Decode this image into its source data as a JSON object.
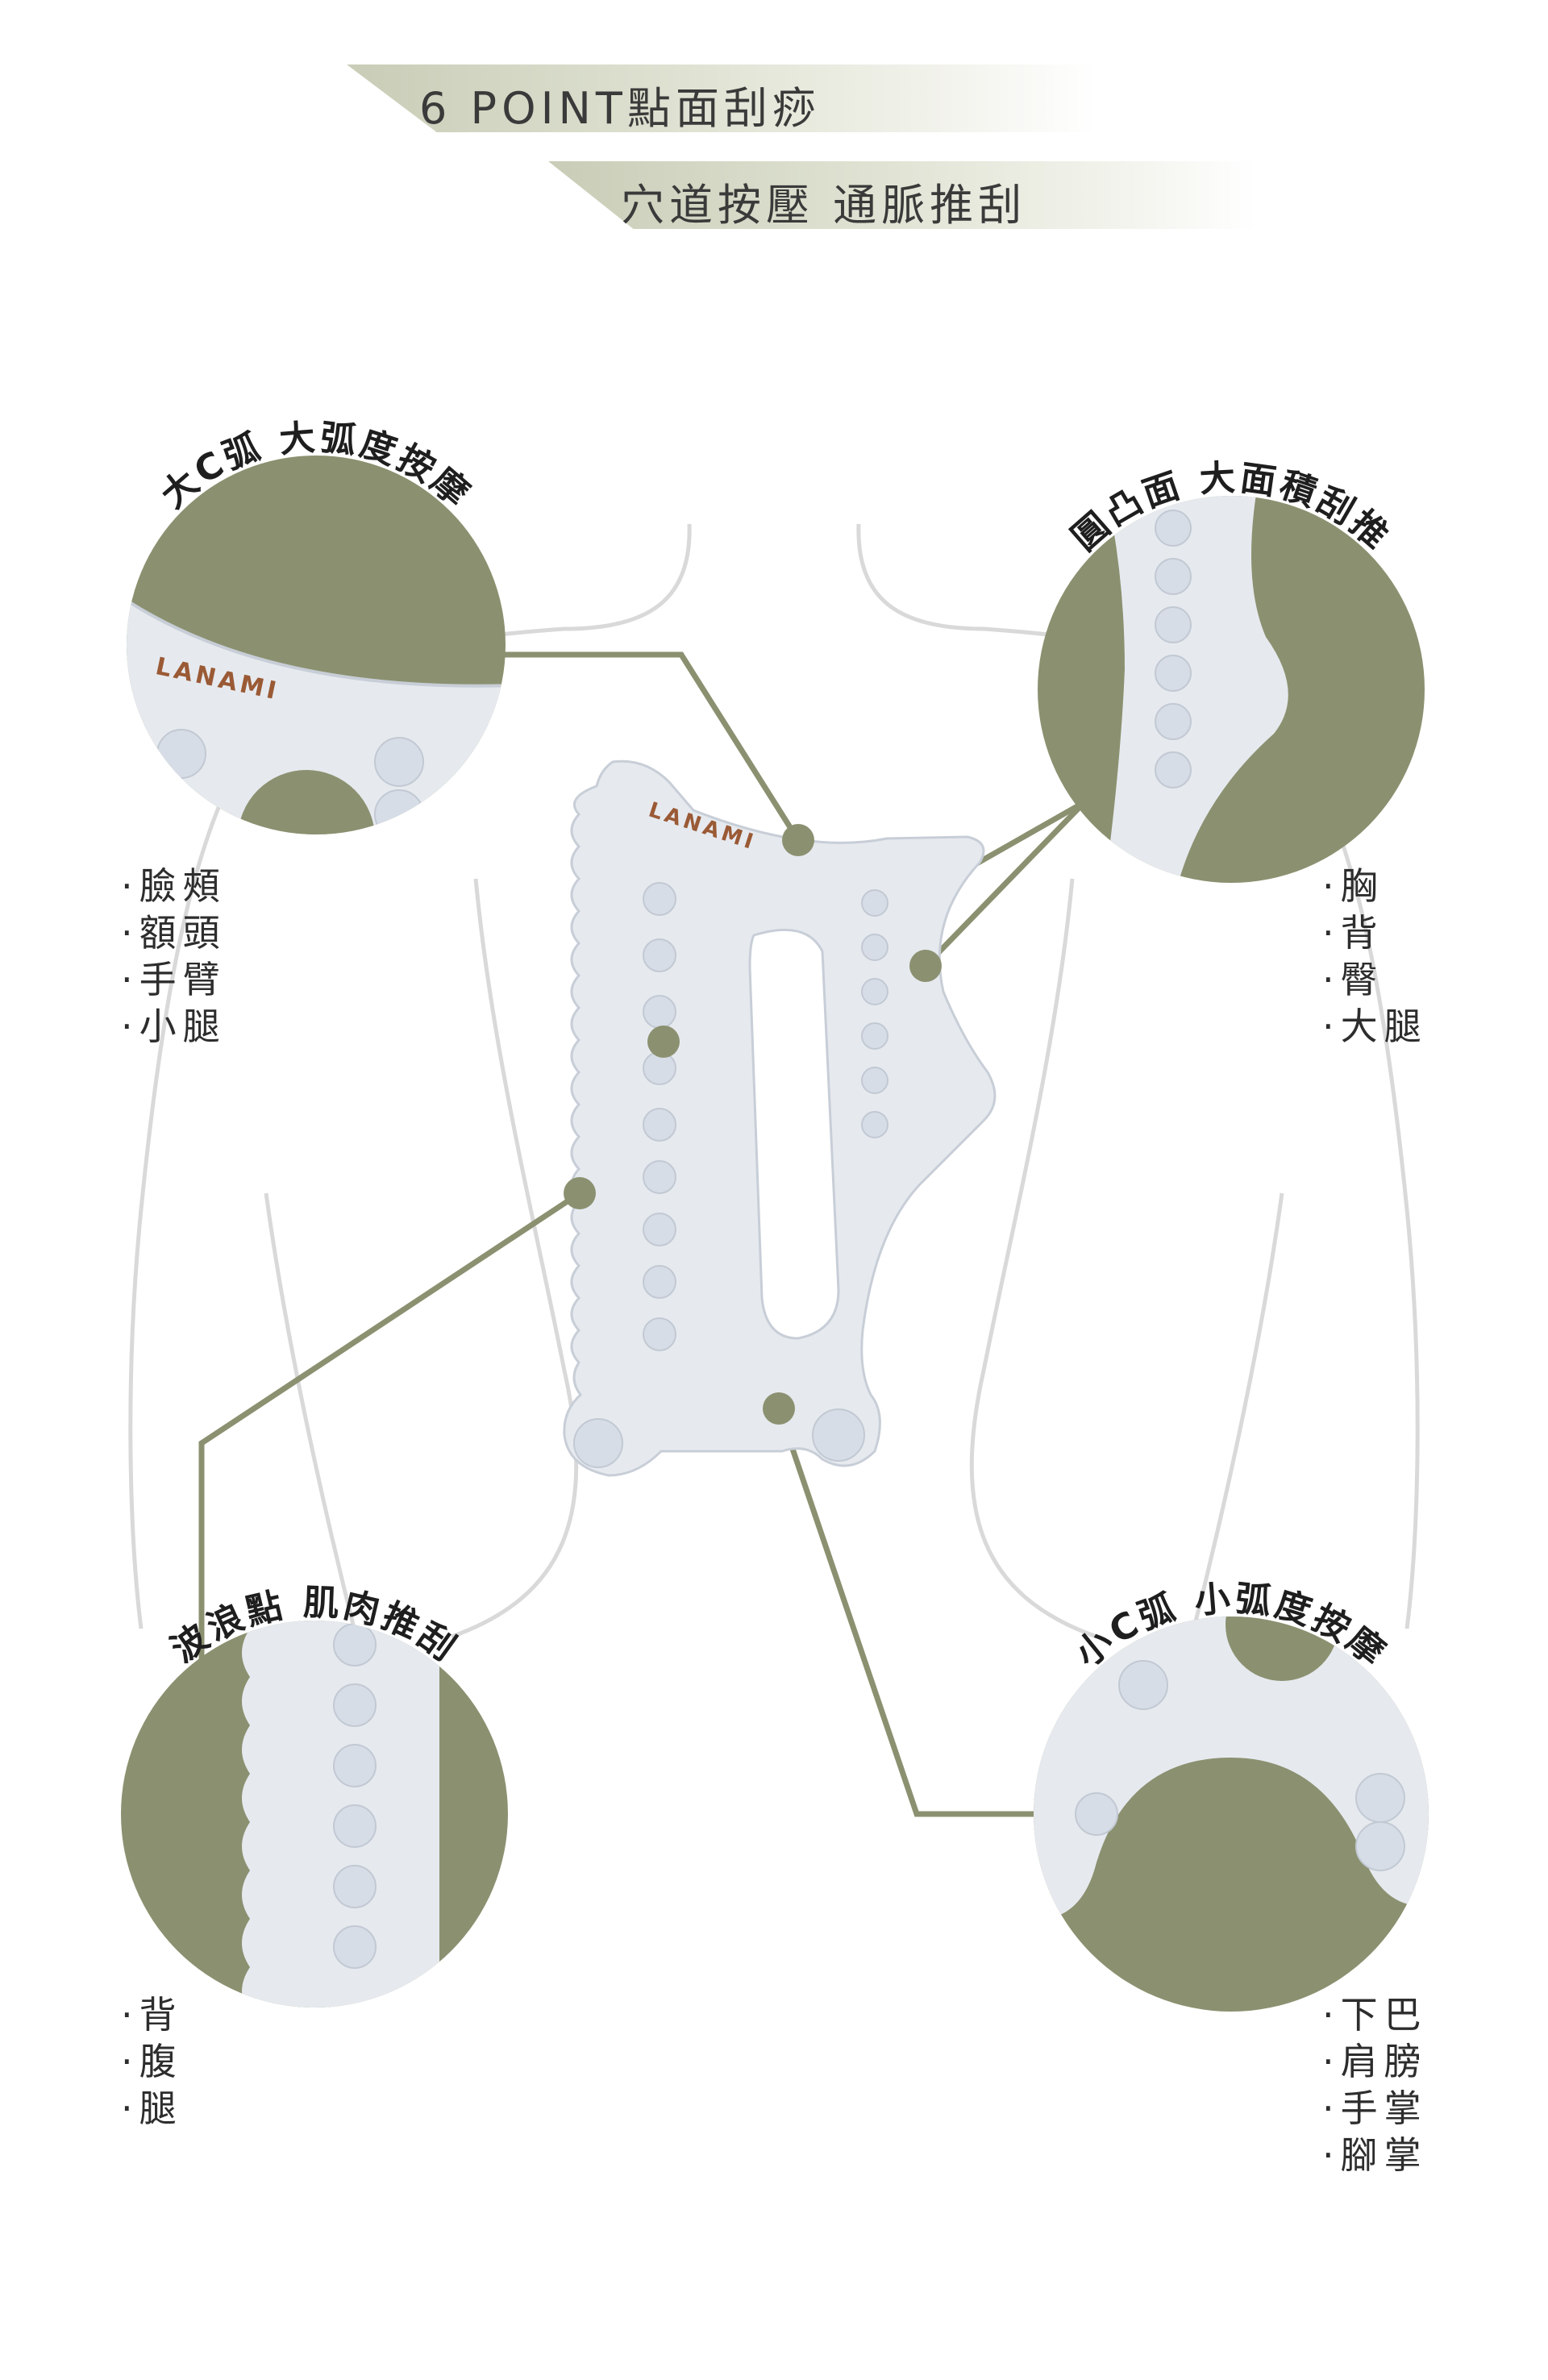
{
  "header": {
    "line1": "6 POINT點面刮痧",
    "line2": "穴道按壓 通脈推刮"
  },
  "brand": "LANAMI",
  "colors": {
    "accent": "#8b9170",
    "tool": "#e6eaef",
    "outline": "#d9d9d9"
  },
  "features": [
    {
      "title": "大C弧 大弧度按摩",
      "uses": [
        "臉頰",
        "額頭",
        "手臂",
        "小腿"
      ]
    },
    {
      "title": "圓凸面 大面積刮推",
      "uses": [
        "胸",
        "背",
        "臀",
        "大腿"
      ]
    },
    {
      "title": "波浪點 肌肉推刮",
      "uses": [
        "背",
        "腹",
        "腿"
      ]
    },
    {
      "title": "小C弧 小弧度按摩",
      "uses": [
        "下巴",
        "肩膀",
        "手掌",
        "腳掌"
      ]
    }
  ]
}
